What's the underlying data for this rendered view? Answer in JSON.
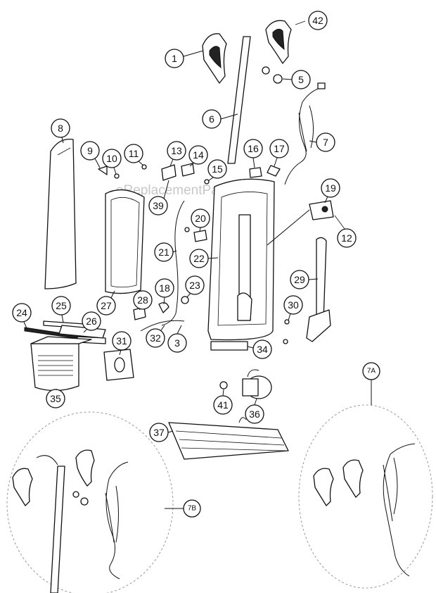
{
  "watermark": "eReplacementParts.com",
  "callouts": [
    {
      "label": "1"
    },
    {
      "label": "42"
    },
    {
      "label": "5"
    },
    {
      "label": "6"
    },
    {
      "label": "7"
    },
    {
      "label": "8"
    },
    {
      "label": "9"
    },
    {
      "label": "10"
    },
    {
      "label": "11"
    },
    {
      "label": "13"
    },
    {
      "label": "14"
    },
    {
      "label": "15"
    },
    {
      "label": "16"
    },
    {
      "label": "17"
    },
    {
      "label": "19"
    },
    {
      "label": "12"
    },
    {
      "label": "39"
    },
    {
      "label": "20"
    },
    {
      "label": "21"
    },
    {
      "label": "22"
    },
    {
      "label": "23"
    },
    {
      "label": "29"
    },
    {
      "label": "18"
    },
    {
      "label": "28"
    },
    {
      "label": "27"
    },
    {
      "label": "30"
    },
    {
      "label": "25"
    },
    {
      "label": "24"
    },
    {
      "label": "26"
    },
    {
      "label": "32"
    },
    {
      "label": "3"
    },
    {
      "label": "31"
    },
    {
      "label": "34"
    },
    {
      "label": "35"
    },
    {
      "label": "7A"
    },
    {
      "label": "41"
    },
    {
      "label": "36"
    },
    {
      "label": "37"
    },
    {
      "label": "7B"
    }
  ]
}
